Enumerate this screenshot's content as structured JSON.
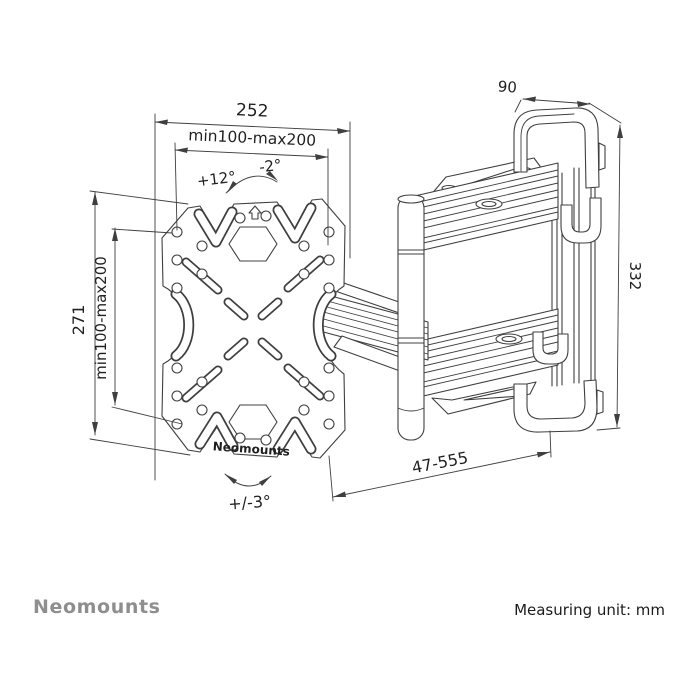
{
  "page": {
    "background_color": "#ffffff",
    "line_color": "#3f3f3f",
    "text_color": "#1f1f1f",
    "brand_color": "#8e8e8e"
  },
  "diagram": {
    "subject": "Full-motion TV wall mount technical line drawing",
    "plate_brand_label": "Neomounts",
    "icons": {
      "plate_top_arrow": "up-arrow"
    },
    "dimensions": {
      "plate_width": "252",
      "vesa_width_range": "min100-max200",
      "plate_height": "271",
      "vesa_height_range": "min100-max200",
      "wall_bracket_depth": "90",
      "wall_bracket_height": "332",
      "extension_range": "47-555"
    },
    "angles": {
      "tilt_up": "+12°",
      "tilt_down": "-2°",
      "swivel": "+/-3°"
    }
  },
  "footer": {
    "brand_logo": "Neomounts",
    "measuring_unit": "Measuring unit: mm"
  }
}
